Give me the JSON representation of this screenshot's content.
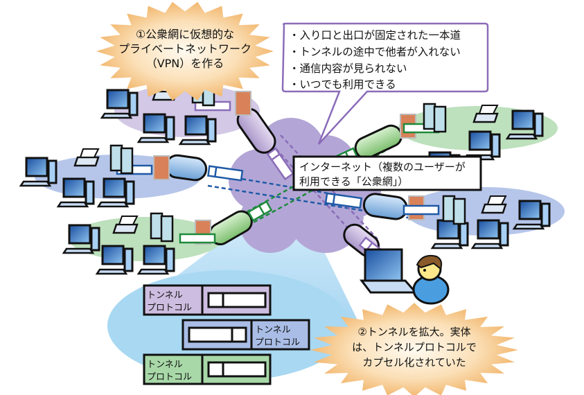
{
  "burst1": {
    "lines": [
      "①公衆網に仮想的な",
      "プライベートネットワーク",
      "（VPN）を作る"
    ]
  },
  "callout": {
    "items": [
      "・入り口と出口が固定された一本道",
      "・トンネルの途中で他者が入れない",
      "・通信内容が見られない",
      "・いつでも利用できる"
    ]
  },
  "internet_label": {
    "lines": [
      "インターネット（複数のユーザーが",
      "利用できる「公衆網」）"
    ]
  },
  "burst2": {
    "lines": [
      "②トンネルを拡大。実体",
      "は、トンネルプロトコルで",
      "カプセル化されていた"
    ]
  },
  "packets": [
    {
      "label_lines": [
        "トンネル",
        "プロトコル"
      ],
      "color": "#cdbde0",
      "header": "left"
    },
    {
      "label_lines": [
        "トンネル",
        "プロトコル"
      ],
      "color": "#a9bde6",
      "header": "right"
    },
    {
      "label_lines": [
        "トンネル",
        "プロトコル"
      ],
      "color": "#a8d8a8",
      "header": "left"
    }
  ],
  "colors": {
    "cloud": "#b3a6d6",
    "purple": "#8a6cb8",
    "blue": "#1f5aa6",
    "green": "#1e8a3c",
    "zoom_area": "#a8d8f0",
    "burst": "#f6c88a"
  }
}
